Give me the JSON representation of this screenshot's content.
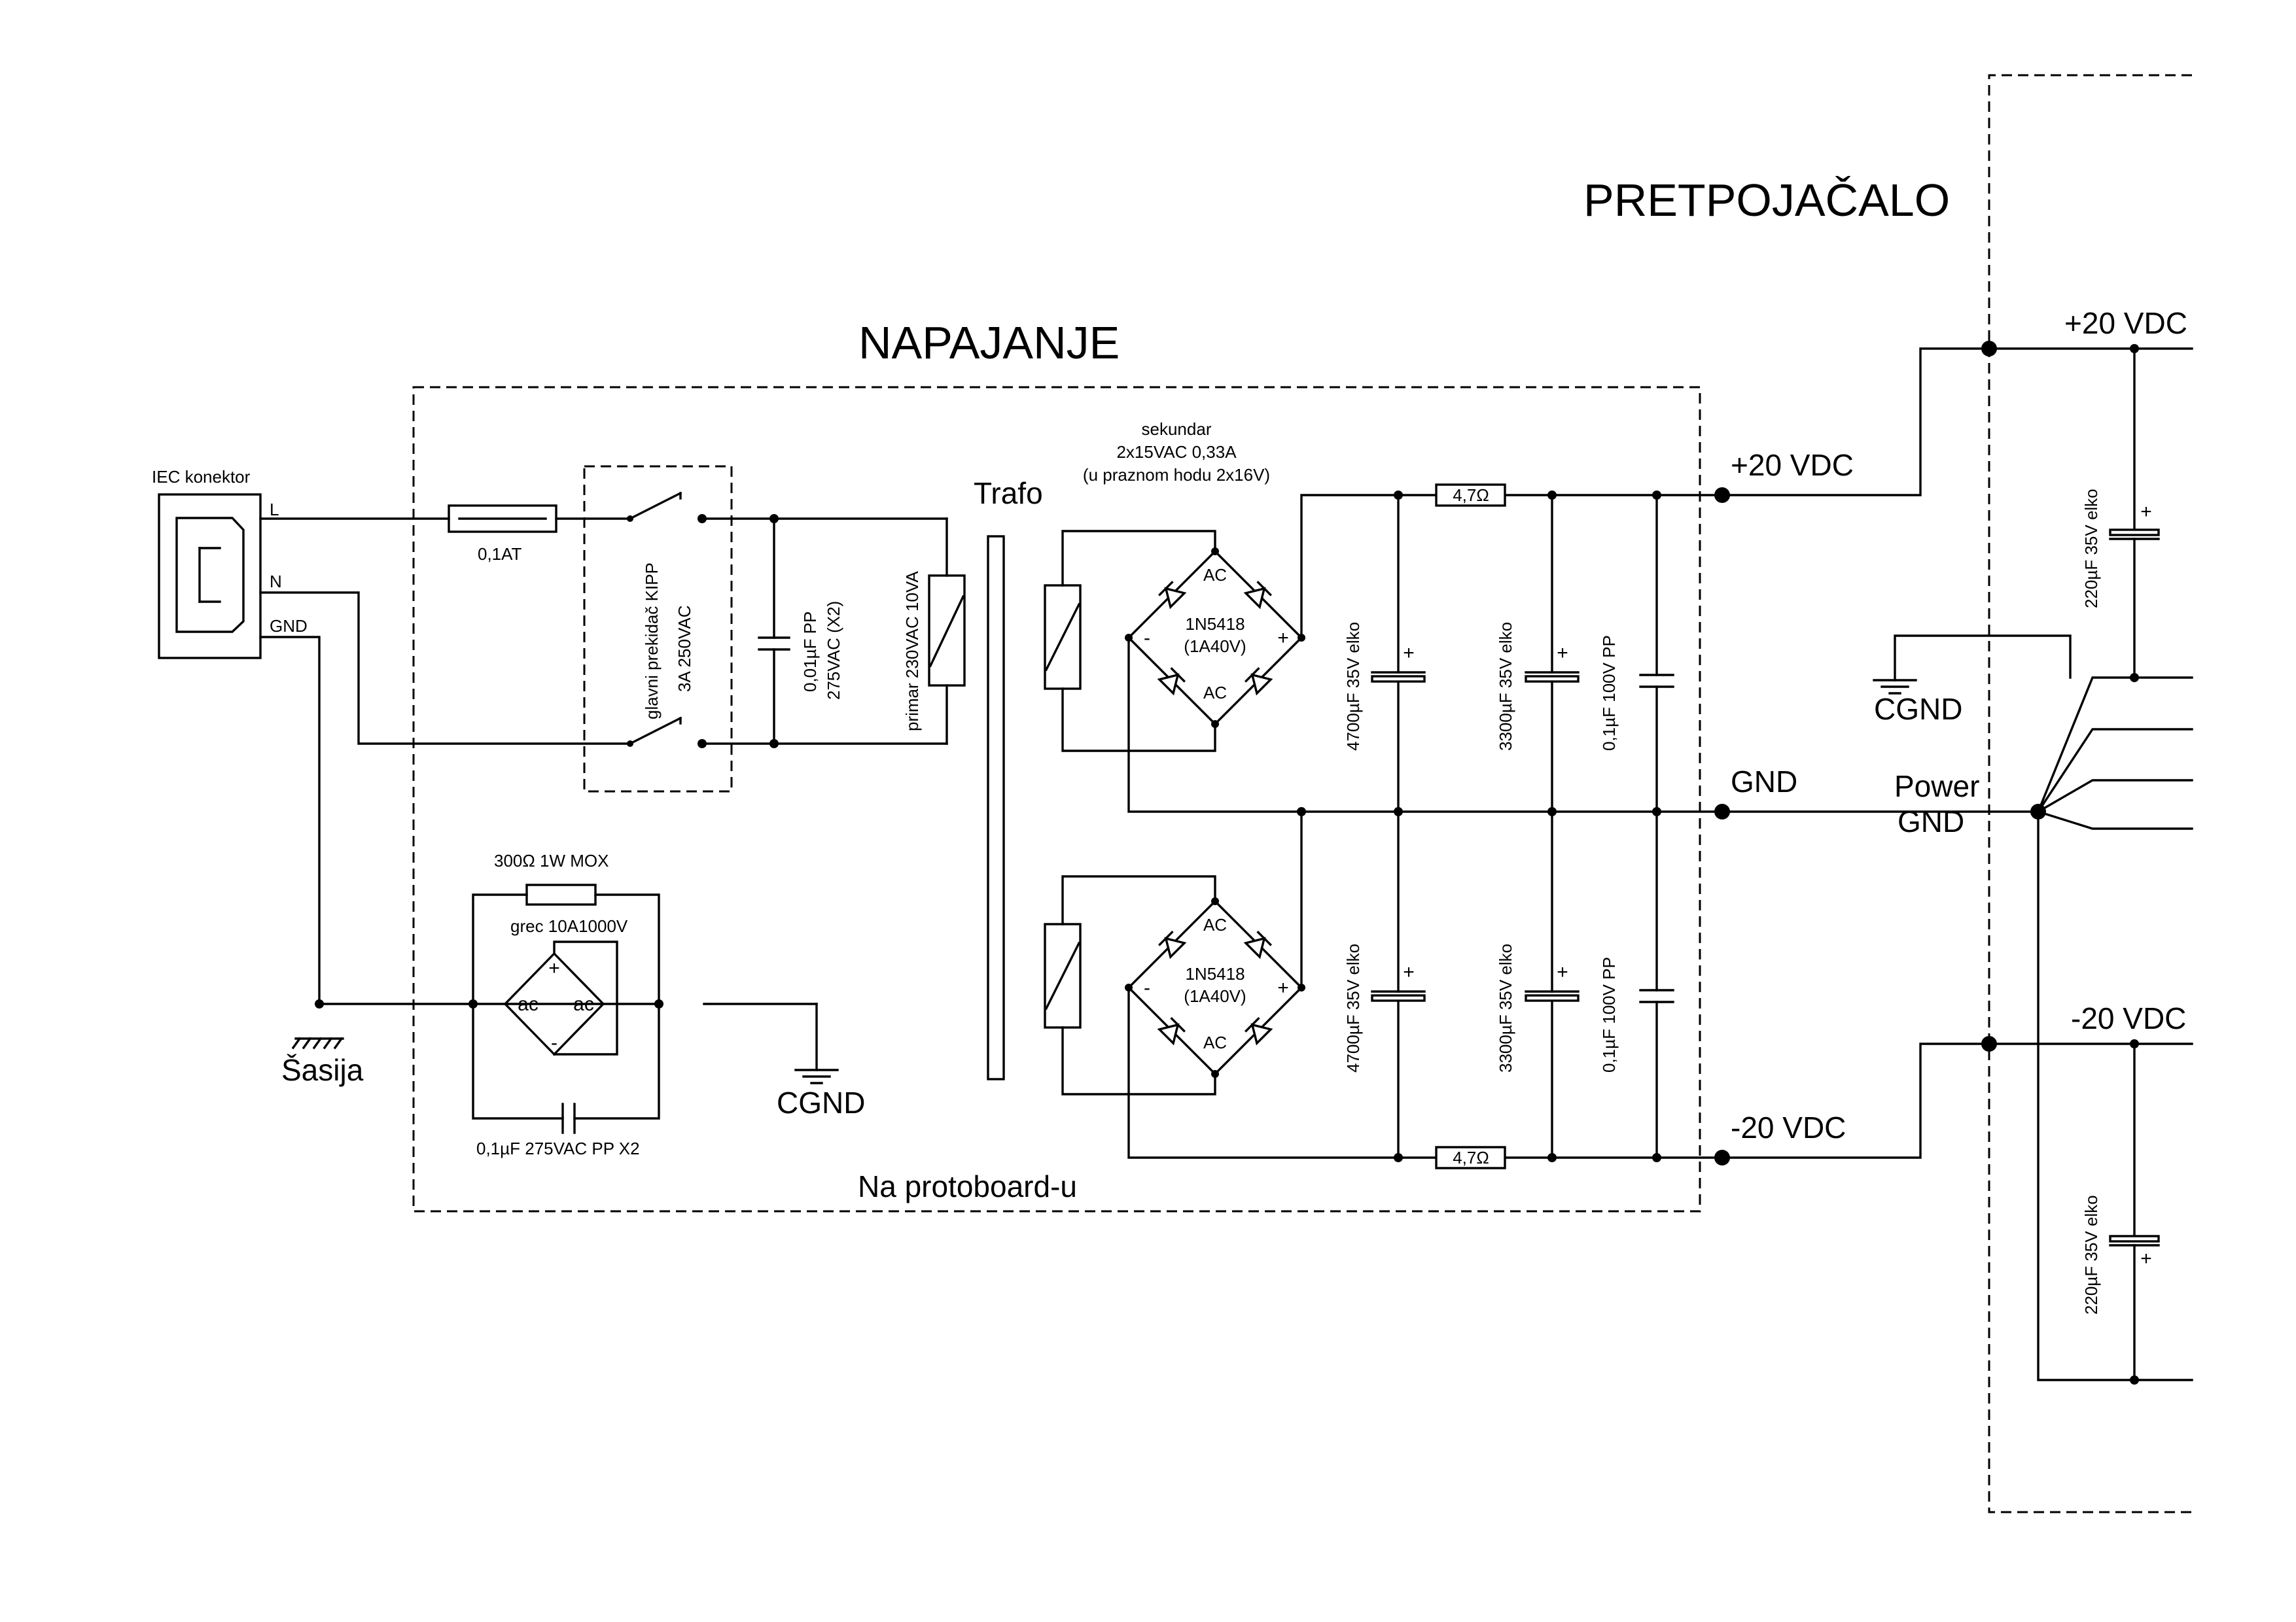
{
  "titles": {
    "power_supply": "NAPAJANJE",
    "preamp": "PRETPOJAČALO",
    "board_note": "Na protoboard-u"
  },
  "mains_input": {
    "connector": "IEC konektor",
    "pin_l": "L",
    "pin_n": "N",
    "pin_gnd": "GND",
    "fuse": "0,1AT",
    "switch_line1": "glavni prekidač KIPP",
    "switch_line2": "3A 250VAC",
    "x_cap_line1": "0,01µF PP",
    "x_cap_line2": "275VAC (X2)",
    "chassis": "Šasija"
  },
  "ground_lift": {
    "resistor": "300Ω 1W MOX",
    "bridge": "grec 10A1000V",
    "ac_left": "ac",
    "ac_right": "ac",
    "plus": "+",
    "minus": "-",
    "capacitor": "0,1µF 275VAC PP X2",
    "cgnd": "CGND"
  },
  "transformer": {
    "label": "Trafo",
    "primary": "primar 230VAC 10VA",
    "secondary_line1": "sekundar",
    "secondary_line2": "2x15VAC 0,33A",
    "secondary_line3": "(u praznom hodu 2x16V)"
  },
  "rectifier_top": {
    "ac_top": "AC",
    "ac_bottom": "AC",
    "part": "1N5418",
    "rating": "(1A40V)",
    "plus": "+",
    "minus": "-"
  },
  "rectifier_bottom": {
    "ac_top": "AC",
    "ac_bottom": "AC",
    "part": "1N5418",
    "rating": "(1A40V)",
    "plus": "+",
    "minus": "-"
  },
  "filter": {
    "resistor_top": "4,7Ω",
    "resistor_bottom": "4,7Ω",
    "c1_top": "4700µF 35V elko",
    "c2_top": "3300µF 35V elko",
    "c3_top": "0,1µF 100V PP",
    "c1_bottom": "4700µF 35V elko",
    "c2_bottom": "3300µF 35V elko",
    "c3_bottom": "0,1µF 100V PP",
    "cap_plus": "+"
  },
  "rails": {
    "pos": "+20 VDC",
    "gnd": "GND",
    "neg": "-20 VDC"
  },
  "preamp_side": {
    "pos": "+20 VDC",
    "neg": "-20 VDC",
    "power_gnd_line1": "Power",
    "power_gnd_line2": "GND",
    "cgnd": "CGND",
    "cap_top": "220µF 35V elko",
    "cap_bottom": "220µF 35V elko",
    "cap_plus": "+"
  }
}
